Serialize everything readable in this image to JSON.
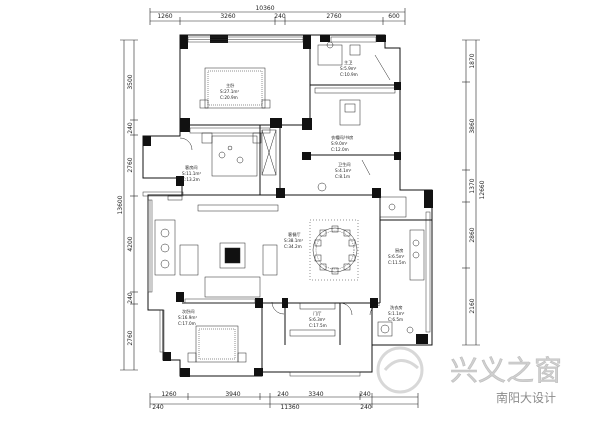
{
  "dimensions": {
    "top_total": "10360",
    "top_segments": [
      "1260",
      "3260",
      "240",
      "2760",
      "600"
    ],
    "bottom_total": "11360",
    "bottom_row1": [
      "1260",
      "3940",
      "240",
      "3340",
      "240"
    ],
    "bottom_row2": [
      "240",
      "240"
    ],
    "left_total": "13600",
    "left_segments": [
      "3500",
      "240",
      "2760",
      "4200",
      "240",
      "2760"
    ],
    "right_total": "12660",
    "right_segments": [
      "1870",
      "3860",
      "1370",
      "2860",
      "2160"
    ]
  },
  "rooms": [
    {
      "id": "master-bedroom",
      "name": "主卧",
      "area": "S:27.1m²",
      "perimeter": "C:20.9m"
    },
    {
      "id": "master-bath",
      "name": "主卫",
      "area": "S:5.9m²",
      "perimeter": "C:10.9m"
    },
    {
      "id": "study",
      "name": "衣帽间/书房",
      "area": "S:9.0m²",
      "perimeter": "C:12.0m"
    },
    {
      "id": "bathroom",
      "name": "卫生间",
      "area": "S:4.1m²",
      "perimeter": "C:8.1m"
    },
    {
      "id": "guest-room",
      "name": "客房间",
      "area": "S:11.1m²",
      "perimeter": "C:13.2m"
    },
    {
      "id": "living-dining",
      "name": "客餐厅",
      "area": "S:38.1m²",
      "perimeter": "C:34.2m"
    },
    {
      "id": "kitchen",
      "name": "厨房",
      "area": "S:6.5m²",
      "perimeter": "C:11.5m"
    },
    {
      "id": "laundry",
      "name": "洗衣房",
      "area": "S:1.1m²",
      "perimeter": "C:6.5m"
    },
    {
      "id": "entry",
      "name": "门厅",
      "area": "S:6.3m²",
      "perimeter": "C:17.5m"
    },
    {
      "id": "second-bedroom",
      "name": "次卧间",
      "area": "S:16.9m²",
      "perimeter": "C:17.0m"
    }
  ],
  "watermark": {
    "brand": "兴义之窗",
    "source": "南阳大设计"
  }
}
